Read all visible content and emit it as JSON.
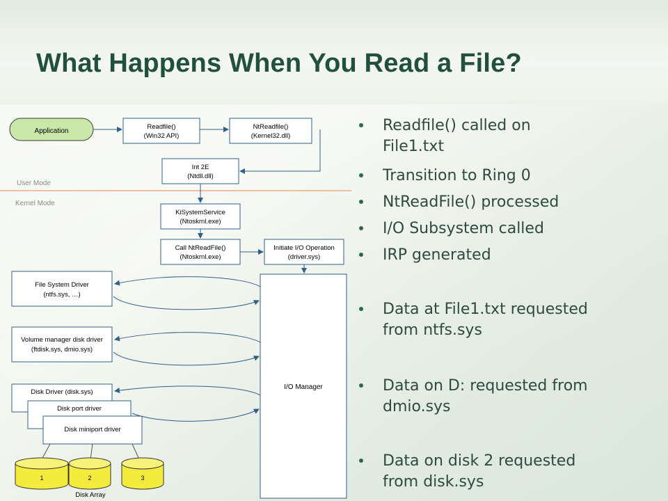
{
  "slide": {
    "title": "What Happens When You Read a File?"
  },
  "diagram": {
    "application": "Application",
    "readfile": [
      "Readfile()",
      "(Win32 API)"
    ],
    "ntreadfile_k32": [
      "NtReadfile()",
      "(Kernel32.dll)"
    ],
    "int2e": [
      "Int 2E",
      "(Ntdll.dll)"
    ],
    "user_mode": "User Mode",
    "kernel_mode": "Kernel Mode",
    "kisystemservice": [
      "KiSystemService",
      "(Ntoskrnl.exe)"
    ],
    "call_ntreadfile": [
      "Call NtReadFile()",
      "(Ntoskrnl.exe)"
    ],
    "initiate_io": [
      "Initiate I/O Operation",
      "(driver.sys)"
    ],
    "fs_driver": [
      "File System Driver",
      "(ntfs.sys, …)"
    ],
    "volume_manager": [
      "Volume manager disk driver",
      "(ftdisk.sys, dmio.sys)"
    ],
    "disk_driver": "Disk Driver (disk.sys)",
    "disk_port": "Disk port driver",
    "disk_miniport": "Disk miniport driver",
    "io_manager": "I/O Manager",
    "disks": [
      "1",
      "2",
      "3"
    ],
    "disk_array": "Disk Array"
  },
  "bullets": [
    {
      "line1": "Readfile() called on",
      "line2": "File1.txt"
    },
    {
      "line1": "Transition to Ring 0"
    },
    {
      "line1": "NtReadFile() processed"
    },
    {
      "line1": "I/O Subsystem called"
    },
    {
      "line1": "IRP generated"
    },
    {
      "line1": "Data at File1.txt requested",
      "line2": "from ntfs.sys"
    },
    {
      "line1": "Data on D: requested from",
      "line2": "dmio.sys"
    },
    {
      "line1": "Data on disk 2 requested",
      "line2": "from disk.sys"
    }
  ],
  "colors": {
    "title": "#21513e",
    "box_stroke": "#2f5f8a",
    "application_fill": "#c9e7a6",
    "disk_fill": "#f4ec3c",
    "mode_line": "#e0a070"
  }
}
